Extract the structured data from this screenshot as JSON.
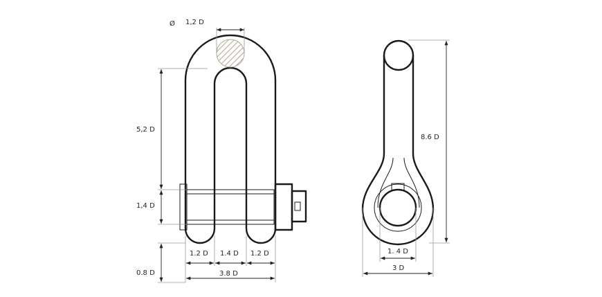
{
  "labels": {
    "diameter_symbol": "Ø",
    "pin_diameter": "1,2 D",
    "inner_height": "5,2 D",
    "pin_zone": "1,4 D",
    "bottom_offset": "0.8 D",
    "left_leg": "1.2 D",
    "inner_width": "1.4 D",
    "right_leg": "1.2 D",
    "overall_width": "3.8 D",
    "overall_height": "8.6 D",
    "eye_diameter": "1. 4 D",
    "eye_width": "3 D"
  },
  "colors": {
    "outline": "#1a1a1a",
    "hatch": "#b9a78f",
    "extension": "#999999"
  }
}
